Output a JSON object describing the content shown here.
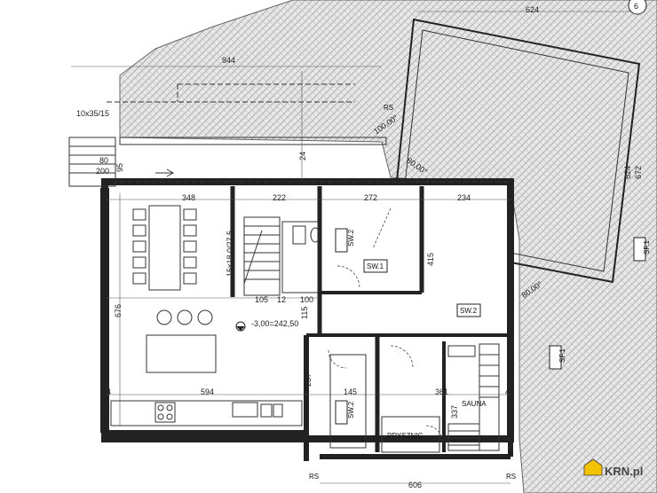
{
  "dimensions": {
    "top_944": "944",
    "top_624": "624",
    "stair_top": "10x35/15",
    "d_348": "348",
    "d_222": "222",
    "d_272": "272",
    "d_234": "234",
    "d_676": "676",
    "d_594": "594",
    "d_44_left": "44",
    "d_44_right": "44",
    "d_145": "145",
    "d_361": "361",
    "d_237": "237",
    "d_337": "337",
    "d_415": "415",
    "d_105": "105",
    "d_12": "12",
    "d_100": "100",
    "d_24": "24",
    "d_80": "80",
    "d_200": "200",
    "d_95": "95",
    "d_115": "115",
    "d_606": "606",
    "d_624_side": "624",
    "d_672": "672",
    "stair_inner": "15x18,0/27,5",
    "level": "-3,00=242,50",
    "angle_top": "100,00°",
    "angle_mid": "80,00°",
    "angle_right": "80,00°",
    "circle_number": "6"
  },
  "labels": {
    "sw1": "SW.1",
    "sw2_a": "SW.2",
    "sw2_b": "SW.2",
    "sw2_c": "SW.2",
    "sf1_a": "SF.1",
    "sf1_b": "SF.1",
    "sauna": "SAUNA",
    "prysznic": "PRYSZNIC",
    "rs_top": "RS",
    "rs_bottom_left": "RS",
    "rs_bottom_right": "RS"
  },
  "watermark": "KRN.pl"
}
